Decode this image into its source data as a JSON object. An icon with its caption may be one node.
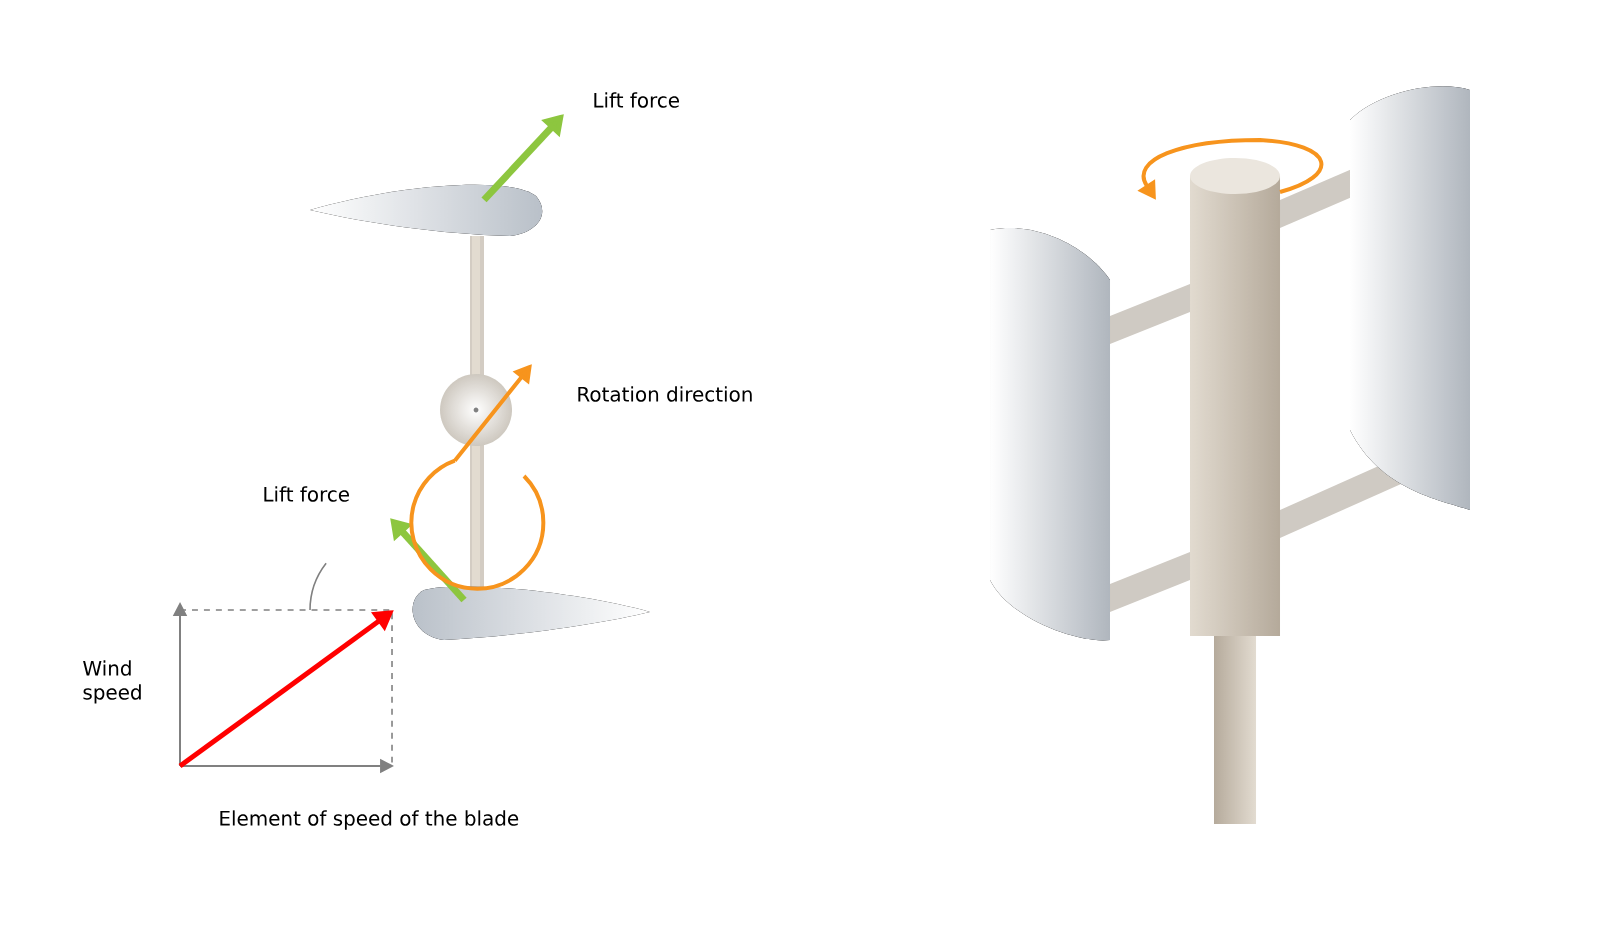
{
  "diagram": {
    "labels": [
      "Lift force",
      "Rotation direction",
      "Lift force",
      "Wind speed",
      "Element of speed of the blade"
    ]
  }
}
